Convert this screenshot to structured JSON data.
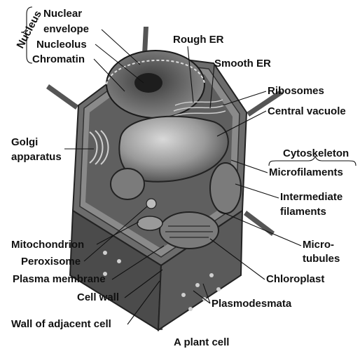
{
  "figure": {
    "caption": "A plant cell",
    "labels": {
      "nucleus": "Nucleus",
      "nuclear_envelope_1": "Nuclear",
      "nuclear_envelope_2": "envelope",
      "nucleolus": "Nucleolus",
      "chromatin": "Chromatin",
      "rough_er": "Rough ER",
      "smooth_er": "Smooth ER",
      "ribosomes": "Ribosomes",
      "central_vacuole": "Central vacuole",
      "golgi_1": "Golgi",
      "golgi_2": "apparatus",
      "cytoskeleton": "Cytoskeleton",
      "microfilaments": "Microfilaments",
      "intermediate_1": "Intermediate",
      "intermediate_2": "filaments",
      "mitochondrion": "Mitochondrion",
      "peroxisome": "Peroxisome",
      "plasma_membrane": "Plasma membrane",
      "microtubules_1": "Micro-",
      "microtubules_2": "tubules",
      "chloroplast": "Chloroplast",
      "cell_wall": "Cell wall",
      "plasmodesmata": "Plasmodesmata",
      "wall_adjacent": "Wall of adjacent cell"
    }
  }
}
